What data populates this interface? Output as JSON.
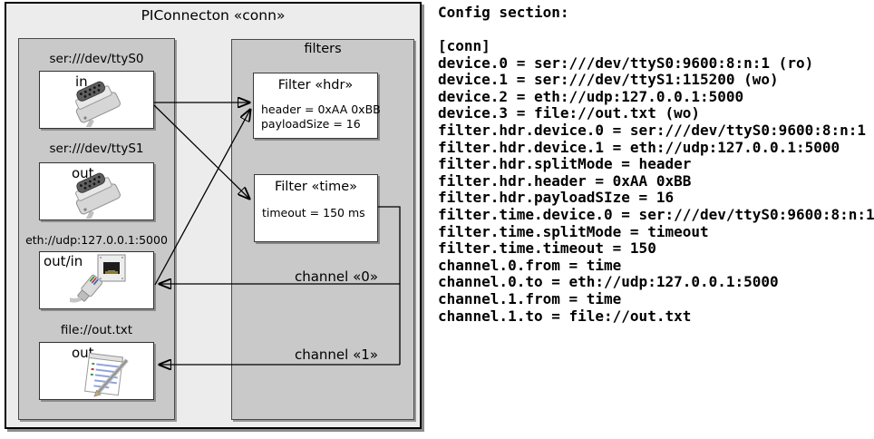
{
  "colors": {
    "outer_fill": "#ececec",
    "panel_fill": "#c9c9c9",
    "box_fill": "#ffffff",
    "line_color": "#000000"
  },
  "diagram": {
    "title": "PIConnecton «conn»",
    "devices": [
      {
        "label": "ser:///dev/ttyS0",
        "mode": "in",
        "icon": "serial-connector-icon"
      },
      {
        "label": "ser:///dev/ttyS1",
        "mode": "out",
        "icon": "serial-connector-icon"
      },
      {
        "label": "eth://udp:127.0.0.1:5000",
        "mode": "out/in",
        "icon": "ethernet-connector-icon"
      },
      {
        "label": "file://out.txt",
        "mode": "out",
        "icon": "notepad-icon"
      }
    ],
    "filters_title": "filters",
    "filters": [
      {
        "title": "Filter «hdr»",
        "attributes": [
          "header = 0xAA 0xBB",
          "payloadSize = 16"
        ]
      },
      {
        "title": "Filter «time»",
        "attributes": [
          "timeout = 150 ms"
        ]
      }
    ],
    "channels": [
      {
        "label": "channel «0»"
      },
      {
        "label": "channel «1»"
      }
    ]
  },
  "config": {
    "heading": "Config section:",
    "lines": [
      "[conn]",
      "device.0 = ser:///dev/ttyS0:9600:8:n:1 (ro)",
      "device.1 = ser:///dev/ttyS1:115200 (wo)",
      "device.2 = eth://udp:127.0.0.1:5000",
      "device.3 = file://out.txt (wo)",
      "filter.hdr.device.0 = ser:///dev/ttyS0:9600:8:n:1",
      "filter.hdr.device.1 = eth://udp:127.0.0.1:5000",
      "filter.hdr.splitMode = header",
      "filter.hdr.header = 0xAA 0xBB",
      "filter.hdr.payloadSIze = 16",
      "filter.time.device.0 = ser:///dev/ttyS0:9600:8:n:1",
      "filter.time.splitMode = timeout",
      "filter.time.timeout = 150",
      "channel.0.from = time",
      "channel.0.to = eth://udp:127.0.0.1:5000",
      "channel.1.from = time",
      "channel.1.to = file://out.txt"
    ]
  }
}
